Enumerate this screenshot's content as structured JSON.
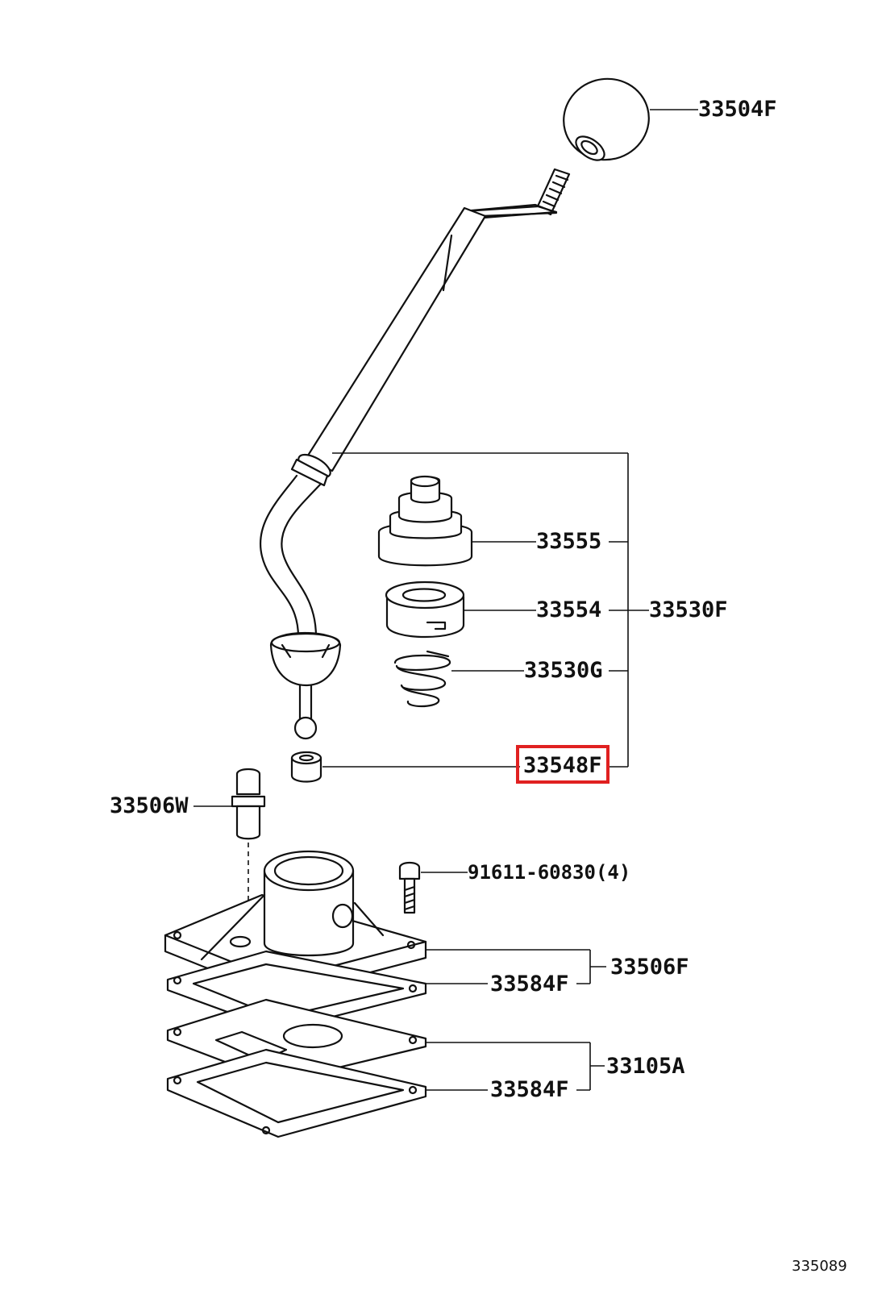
{
  "highlight_color": "#e02020",
  "labels": {
    "knob": "33504F",
    "boot": "33555",
    "seat": "33554",
    "lever_assy": "33530F",
    "spring": "33530G",
    "bushing": "33548F",
    "pin": "33506W",
    "bolt": "91611-60830(4)",
    "retainer_assy": "33506F",
    "gasket_upper": "33584F",
    "plate_assy": "33105A",
    "gasket_lower": "33584F"
  },
  "footer": {
    "diagram_id": "335089"
  },
  "icons": [
    "shift-knob-icon",
    "shift-lever-icon",
    "boot-icon",
    "seat-icon",
    "spring-icon",
    "bushing-icon",
    "pin-icon",
    "bolt-icon",
    "retainer-icon",
    "gasket-icon",
    "plate-icon"
  ]
}
